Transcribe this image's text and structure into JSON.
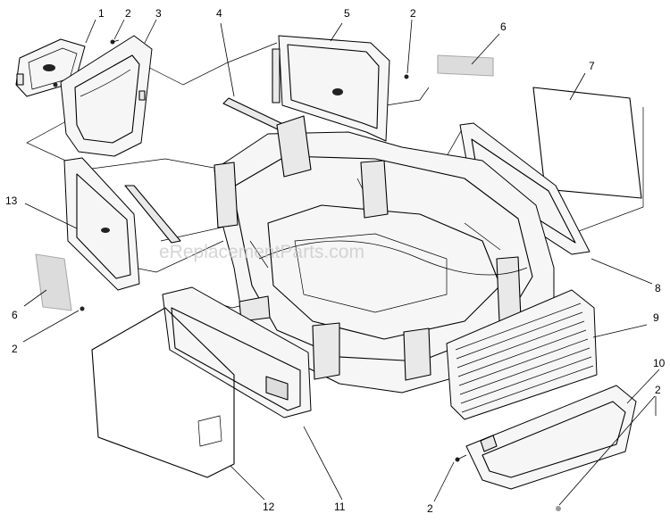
{
  "watermark": "eReplacementParts.com",
  "callouts": {
    "c1": "1",
    "c2a": "2",
    "c3": "3",
    "c4": "4",
    "c5": "5",
    "c2b": "2",
    "c6a": "6",
    "c7": "7",
    "c13": "13",
    "c6b": "6",
    "c8": "8",
    "c2c": "2",
    "c9": "9",
    "c10": "10",
    "c2d": "2",
    "c12": "12",
    "c11": "11",
    "c2e": "2"
  }
}
